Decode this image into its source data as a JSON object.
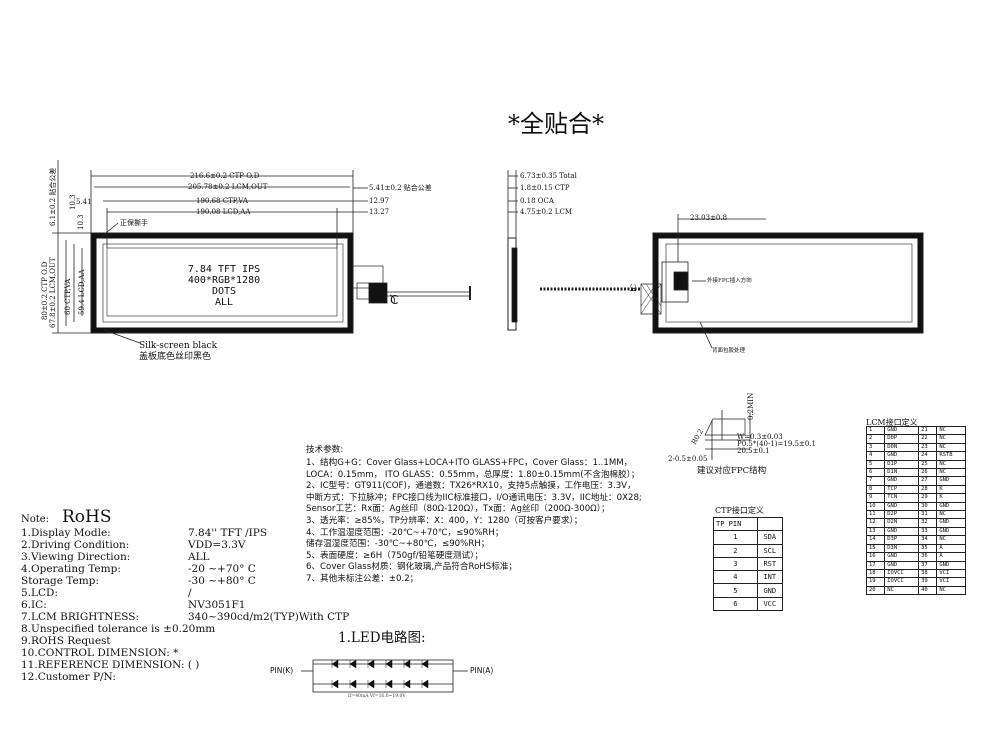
{
  "title": "*全贴合*",
  "front_view": {
    "dims_top": [
      "216.6±0.2  CTP O.D",
      "205.78±0.2 LCM,OUT",
      "190.68 CTP,VA",
      "190.08 LCD,AA"
    ],
    "dims_right": [
      "5.41±0.2  贴合公差",
      "12.97",
      "13.27"
    ],
    "dims_left": [
      "6.1±0.2 贴合公差",
      "5.41",
      "10.3",
      "10.3"
    ],
    "dims_vertical": [
      "80±0.2  CTP O.D",
      "67.8±0.2 LCM,OUT",
      "60 CTP,VA",
      "59.4 LCD,AA"
    ],
    "pressure_note": "正保撕手",
    "center_text": [
      "7.84 TFT IPS",
      "400*RGB*1280 DOTS",
      "ALL"
    ],
    "silk_en": "Silk-screen black",
    "silk_cn": "盖板底色丝印黑色",
    "tail_label": "C"
  },
  "side_view": {
    "dims": [
      "6.73±0.35 Total",
      "1.8±0.15 CTP",
      "0.18 OCA",
      "4.75±0.2  LCM"
    ]
  },
  "back_view": {
    "dim": "23.03±0.8",
    "fpc_note": "外接FPC插入方向",
    "bottom_note": "背面包胶处理",
    "ic_label": "IC"
  },
  "fpc_detail": {
    "dims": [
      "0.2MIN",
      "W=0.3±0.03",
      "P0.5*(40-1)=19.5±0.1",
      "20.5±0.1",
      "2-0.5±0.05",
      "R0.2"
    ],
    "note": "建议对应FPC结构"
  },
  "note_rohs": {
    "label": "Note:",
    "rohs": "RoHS"
  },
  "specs": [
    {
      "label": "1.Display Modle:",
      "value": "7.84'' TFT /IPS"
    },
    {
      "label": "2.Driving Condition:",
      "value": "VDD=3.3V"
    },
    {
      "label": "3.Viewing Direction:",
      "value": "ALL"
    },
    {
      "label": "4.Operating Temp:",
      "value": "-20 ~+70° C"
    },
    {
      "label": "  Storage Temp:",
      "value": "-30 ~+80° C"
    },
    {
      "label": "5.LCD:",
      "value": "/"
    },
    {
      "label": "6.IC:",
      "value": "NV3051F1"
    },
    {
      "label": "7.LCM BRIGHTNESS:",
      "value": "340~390cd/m2(TYP)With CTP"
    },
    {
      "label": "8.Unspecified tolerance is ±0.20mm",
      "value": ""
    },
    {
      "label": "9.ROHS Request",
      "value": ""
    },
    {
      "label": "10.CONTROL DIMENSION:  *",
      "value": ""
    },
    {
      "label": "11.REFERENCE DIMENSION: ( )",
      "value": ""
    },
    {
      "label": "12.Customer P/N:",
      "value": ""
    }
  ],
  "tech": {
    "title": "技术参数:",
    "lines": [
      "1、结构G+G：Cover Glass+LOCA+ITO GLASS+FPC，Cover Glass：1..1MM，",
      "      LOCA：0.15mm，   ITO GLASS：0.55mm，总厚度：1.80±0.15mm(不含泡棉胶）；",
      "2、IC型号：GT911(COF)，通道数：TX26*RX10，支持5点触摸，工作电压：3.3V，",
      "      中断方式：下拉脉冲；FPC接口线为IIC标准接口，I/O通讯电压：3.3V，IIC地址：0X28;",
      "      Sensor工艺：Rx面：Ag丝印（80Ω-120Ω），Tx面：Ag丝印（200Ω-300Ω）；",
      "3、透光率：≥85%，TP分辨率：X：400，Y：1280（可按客户要求）；",
      "4、工作温湿度范围：-20℃~+70℃，≤90%RH；",
      "      储存温湿度范围：-30℃~+80℃，≤90%RH；",
      "5、表面硬度：≥6H（750gf/铅笔硬度测试）；",
      "6、Cover Glass材质：钢化玻璃,产品符合RoHS标准；",
      "7、其他未标注公差：±0.2；"
    ]
  },
  "led": {
    "title": "1.LED电路图:",
    "pin_k": "PIN(K)",
    "pin_a": "PIN(A)",
    "caption": "If=40mA Vf=16.0~19.0V"
  },
  "ctp": {
    "title": "CTP接口定义",
    "header": [
      "TP PIN",
      ""
    ],
    "rows": [
      [
        "1",
        "SDA"
      ],
      [
        "2",
        "SCL"
      ],
      [
        "3",
        "RST"
      ],
      [
        "4",
        "INT"
      ],
      [
        "5",
        "GND"
      ],
      [
        "6",
        "VCC"
      ]
    ]
  },
  "lcm": {
    "title": "LCM接口定义",
    "rows": [
      [
        "1",
        "GND",
        "21",
        "NC"
      ],
      [
        "2",
        "D0P",
        "22",
        "NC"
      ],
      [
        "3",
        "D0N",
        "23",
        "NC"
      ],
      [
        "4",
        "GND",
        "24",
        "RSTB"
      ],
      [
        "5",
        "D1P",
        "25",
        "NC"
      ],
      [
        "6",
        "D1N",
        "26",
        "NC"
      ],
      [
        "7",
        "GND",
        "27",
        "GND"
      ],
      [
        "8",
        "TCP",
        "28",
        "K"
      ],
      [
        "9",
        "TCN",
        "29",
        "K"
      ],
      [
        "10",
        "GND",
        "30",
        "GND"
      ],
      [
        "11",
        "D2P",
        "31",
        "NC"
      ],
      [
        "12",
        "D2N",
        "32",
        "GND"
      ],
      [
        "13",
        "GND",
        "33",
        "GND"
      ],
      [
        "14",
        "D3P",
        "34",
        "NC"
      ],
      [
        "15",
        "D3N",
        "35",
        "A"
      ],
      [
        "16",
        "GND",
        "36",
        "A"
      ],
      [
        "17",
        "GND",
        "37",
        "GND"
      ],
      [
        "18",
        "IOVCC",
        "38",
        "VCI"
      ],
      [
        "19",
        "IOVCC",
        "39",
        "VCI"
      ],
      [
        "20",
        "NC",
        "40",
        "NC"
      ]
    ]
  }
}
